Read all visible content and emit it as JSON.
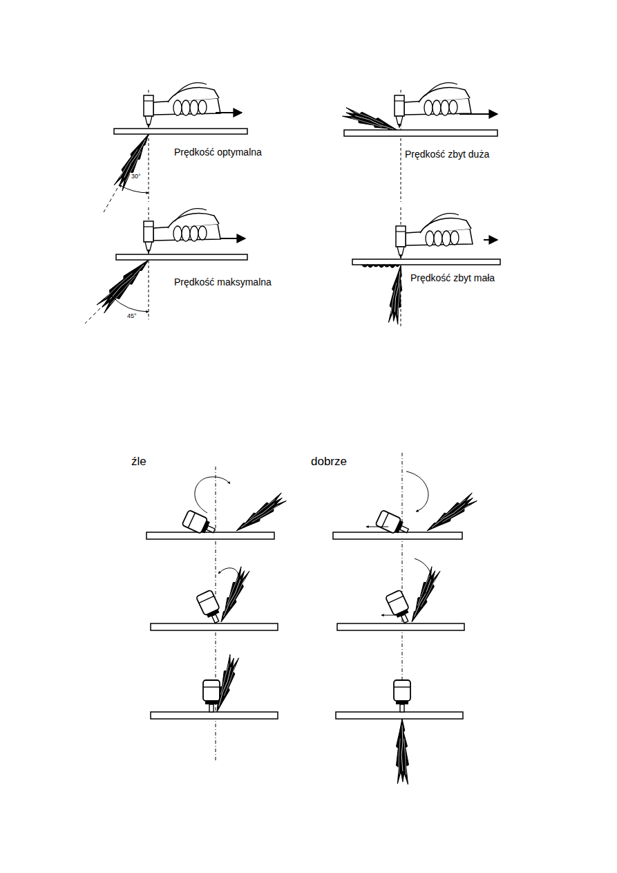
{
  "diagram": {
    "labels": [
      "Prędkość optymalna",
      "Prędkość zbyt duża",
      "30°",
      "Prędkość maksymalna",
      "45°",
      "Prędkość zbyt mała",
      "źle",
      "dobrze"
    ]
  }
}
